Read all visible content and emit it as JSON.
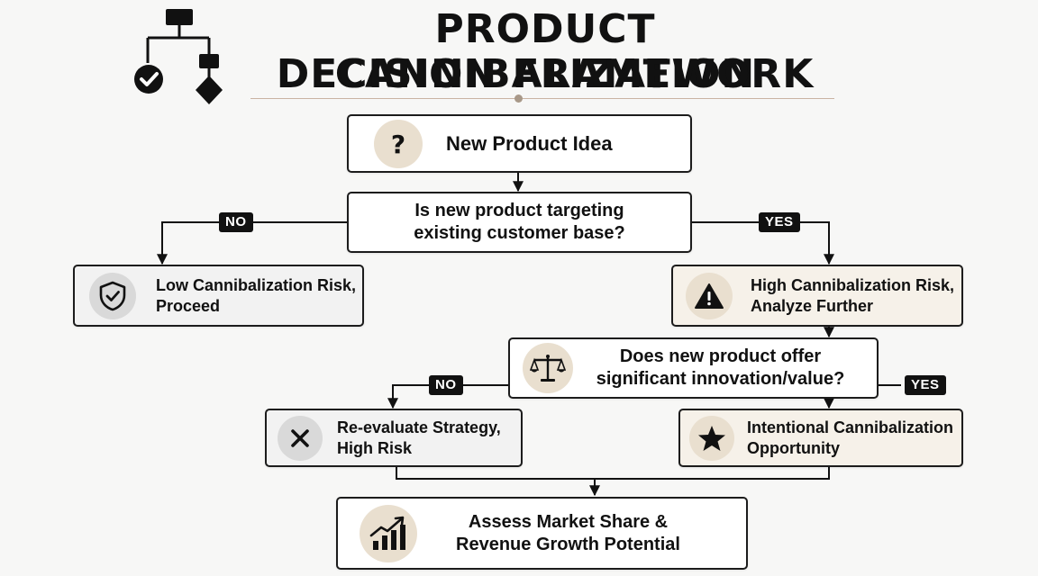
{
  "title": {
    "line1": "PRODUCT CANNIBALIZATION",
    "line2": "DECISION FRAMEWORK"
  },
  "nodes": {
    "start": {
      "label": "New Product Idea",
      "icon": "question-mark-icon"
    },
    "decision1": {
      "label": "Is new product targeting\nexisting customer base?"
    },
    "low_risk": {
      "label": "Low Cannibalization Risk,\nProceed",
      "icon": "shield-check-icon"
    },
    "high_risk": {
      "label": "High Cannibalization Risk,\nAnalyze Further",
      "icon": "warning-icon"
    },
    "decision2": {
      "label": "Does new product offer\nsignificant innovation/value?",
      "icon": "scales-icon"
    },
    "reevaluate": {
      "label": "Re-evaluate Strategy,\nHigh Risk",
      "icon": "x-icon"
    },
    "intentional": {
      "label": "Intentional Cannibalization\nOpportunity",
      "icon": "star-icon"
    },
    "assess": {
      "label": "Assess Market Share &\nRevenue Growth Potential",
      "icon": "growth-chart-icon"
    }
  },
  "edge_labels": {
    "d1_no": "NO",
    "d1_yes": "YES",
    "d2_no": "NO",
    "d2_yes": "YES"
  },
  "colors": {
    "ink": "#111111",
    "tint": "#f6f1e9",
    "icon_beige": "#e9dfcf",
    "icon_grey": "#d9d9d9",
    "rule": "#c9b3a3"
  }
}
